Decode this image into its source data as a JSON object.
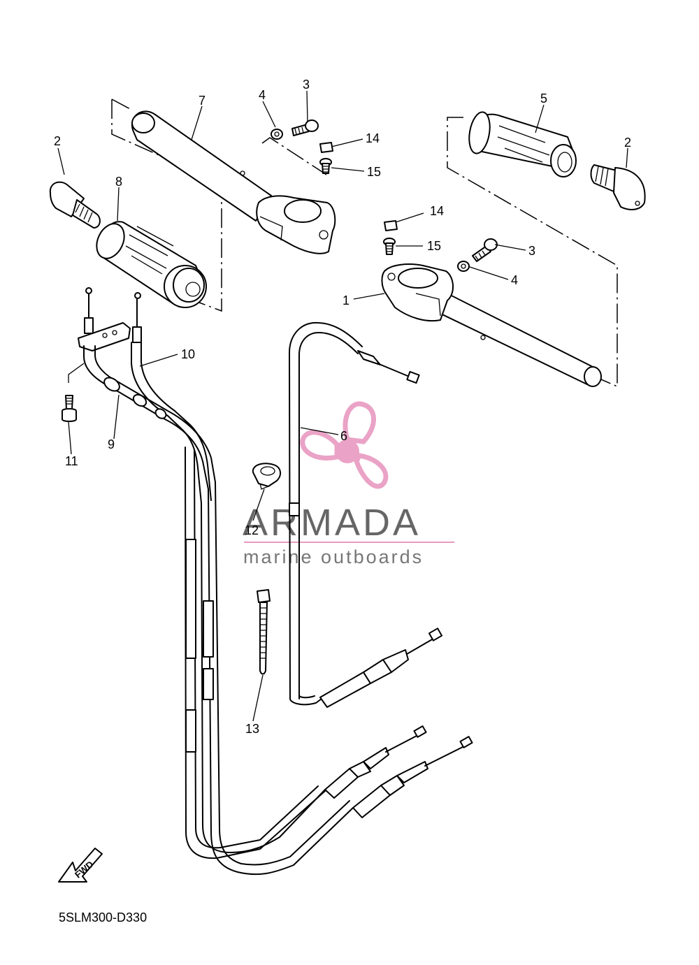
{
  "diagram": {
    "callouts": [
      "1",
      "2",
      "2",
      "3",
      "3",
      "4",
      "4",
      "5",
      "6",
      "7",
      "8",
      "9",
      "10",
      "11",
      "12",
      "13",
      "14",
      "14",
      "15",
      "15"
    ],
    "diagram_code": "5SLM300-D330",
    "fwd_label": "FWD"
  },
  "watermark": {
    "brand": "ARMADA",
    "tagline": "marine outboards",
    "logo_color": "#e89ac2",
    "text_color": "#666666"
  }
}
